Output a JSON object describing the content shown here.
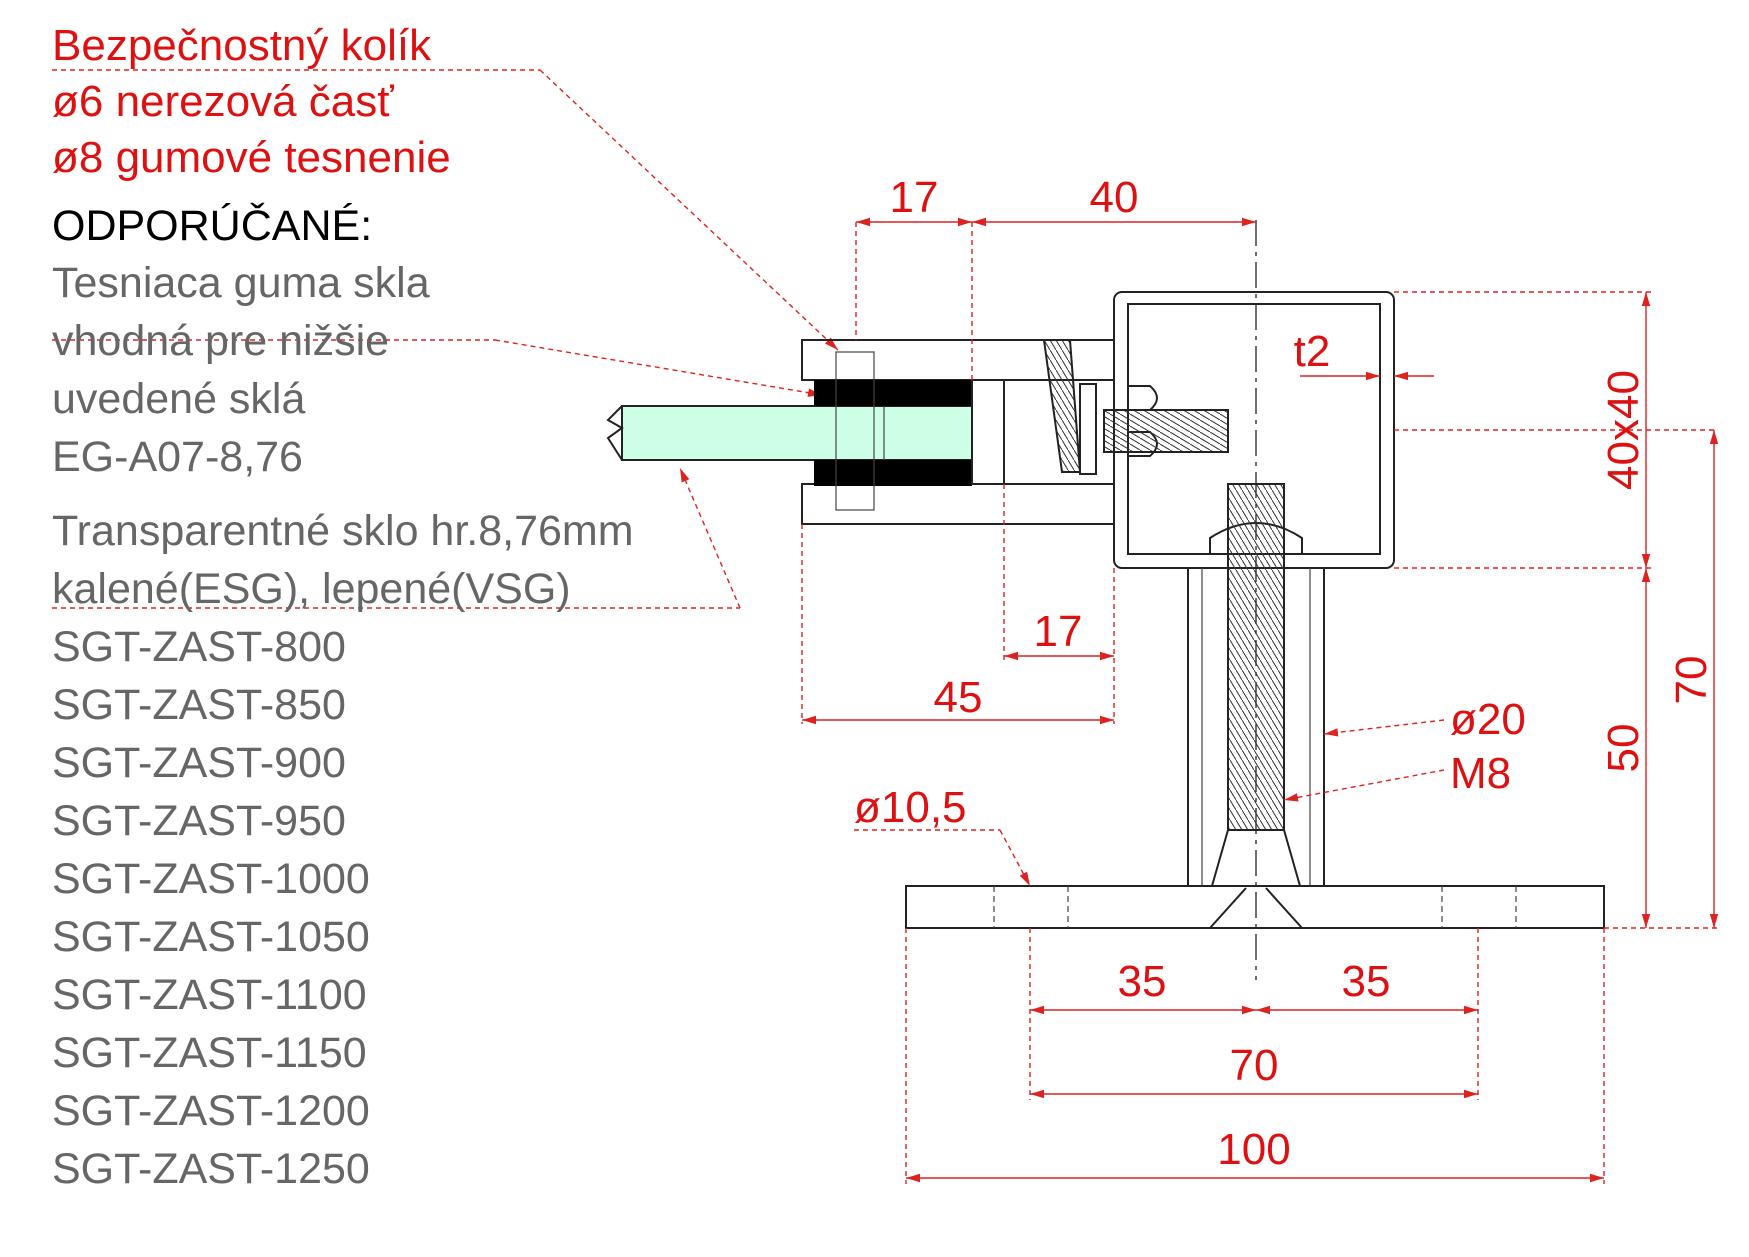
{
  "notes": {
    "red": [
      "Bezpečnostný kolík",
      "ø6 nerezová časť",
      "ø8 gumové tesnenie"
    ],
    "heading": "ODPORÚČANÉ:",
    "rubber": [
      "Tesniaca guma skla",
      "vhodná pre nižšie",
      "uvedené sklá",
      "EG-A07-8,76"
    ],
    "glass": [
      "Transparentné sklo hr.8,76mm",
      "kalené(ESG), lepené(VSG)"
    ],
    "products": [
      "SGT-ZAST-800",
      "SGT-ZAST-850",
      "SGT-ZAST-900",
      "SGT-ZAST-950",
      "SGT-ZAST-1000",
      "SGT-ZAST-1050",
      "SGT-ZAST-1100",
      "SGT-ZAST-1150",
      "SGT-ZAST-1200",
      "SGT-ZAST-1250"
    ]
  },
  "dimensions": {
    "clamp_width": "17",
    "pin_to_axis": "40",
    "wall_thickness": "t2",
    "profile_size": "40x40",
    "offset": "17",
    "overhang": "45",
    "tube_diameter": "ø20",
    "thread": "M8",
    "hole_diameter": "ø10,5",
    "post_height": "50",
    "total_height": "70",
    "hole_offset_left": "35",
    "hole_offset_right": "35",
    "hole_spacing": "70",
    "base_width": "100"
  },
  "colors": {
    "dimension": "#dd1111",
    "glass": "#ccffe6",
    "line": "#222222",
    "text_grey": "#666666"
  }
}
